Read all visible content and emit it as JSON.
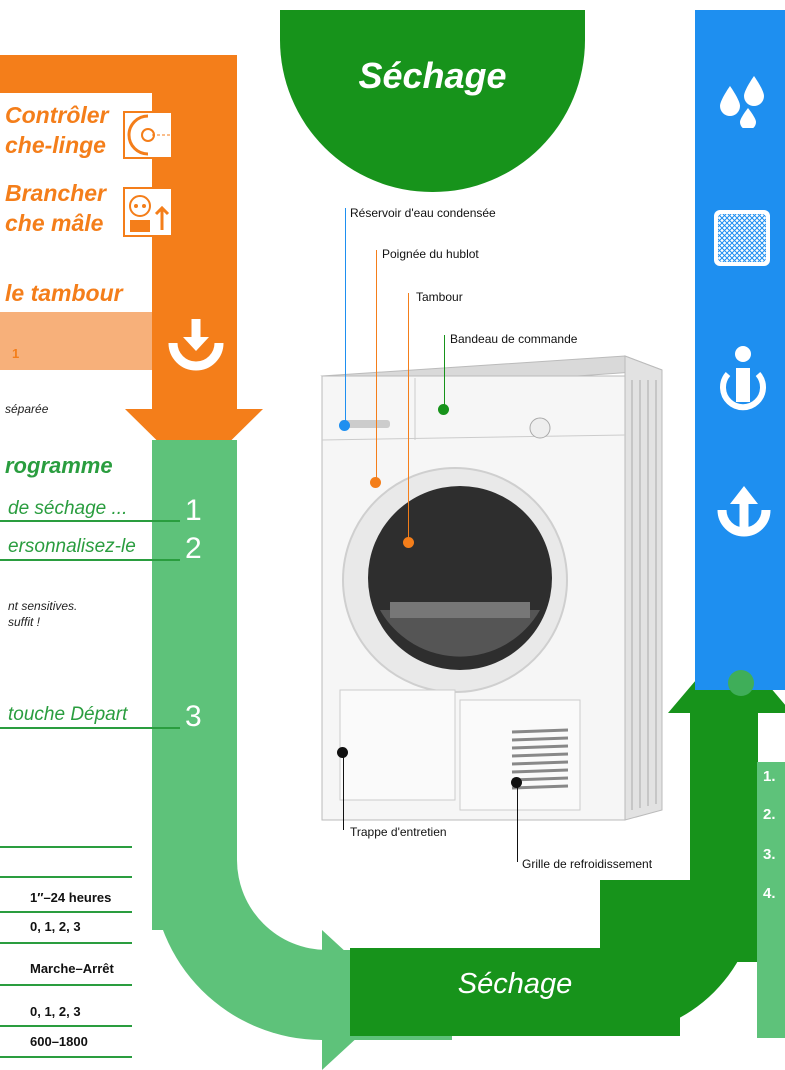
{
  "header": {
    "title": "Séchage"
  },
  "steps_left": {
    "check": "Contrôler\nche-linge",
    "plug": "Brancher\nche mâle",
    "drum": "le tambour",
    "peach_label": "1",
    "separate": "séparée",
    "programme": "rogramme",
    "step1_text": "de séchage ...",
    "step2_text": "ersonnalisez-le",
    "sensitive": "nt sensitives.\nsuffit !",
    "step3_text": "touche Départ",
    "num1": "1",
    "num2": "2",
    "num3": "3"
  },
  "table": {
    "rows": [
      "1″–24 heures",
      "0, 1, 2, 3",
      "Marche–Arrêt",
      "0, 1, 2, 3",
      "600–1800"
    ]
  },
  "dryer_labels": {
    "tank": "Réservoir d'eau condensée",
    "handle": "Poignée du hublot",
    "drum": "Tambour",
    "panel": "Bandeau de commande",
    "hatch": "Trappe d'entretien",
    "grille": "Grille de refroidissement"
  },
  "bottom": {
    "title": "Séchage"
  },
  "right_numbers": [
    "1.",
    "2.",
    "3.",
    "4."
  ],
  "icons": [
    "drops-icon",
    "filter-icon",
    "info-icon",
    "upload-icon",
    "download-icon",
    "door-icon",
    "plug-icon"
  ],
  "colors": {
    "orange": "#f47e1a",
    "green_dark": "#17931b",
    "green_light": "#5ec27a",
    "blue": "#1e8ff0"
  }
}
